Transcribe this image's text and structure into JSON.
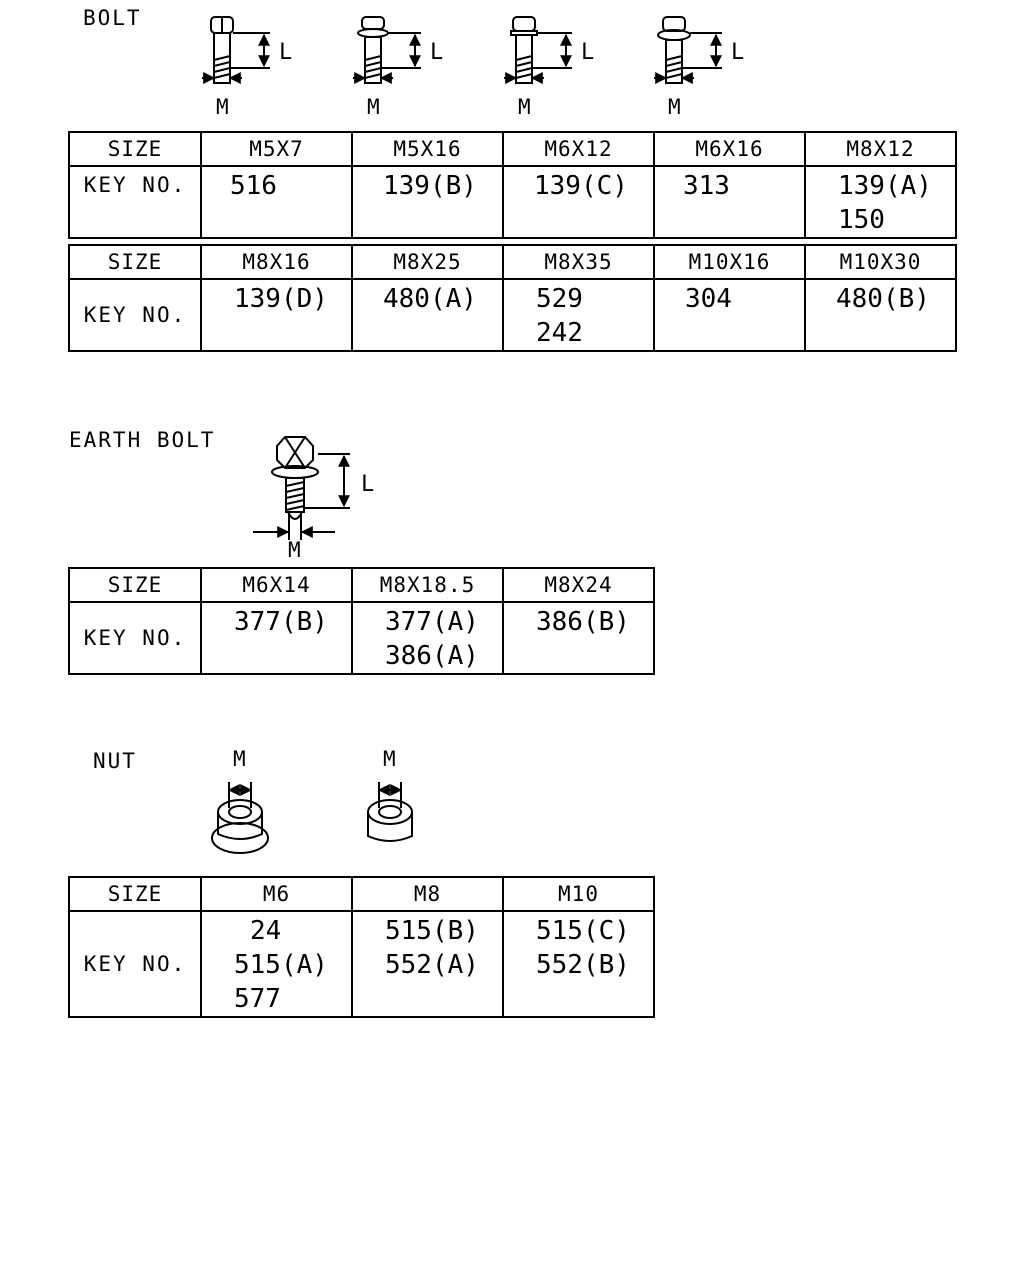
{
  "sections": {
    "bolt": {
      "title": "BOLT",
      "dim_length": "L",
      "dim_diameter": "M",
      "tables": [
        {
          "size_header": "SIZE",
          "key_header": "KEY NO.",
          "columns": [
            {
              "size": "M5X7",
              "keys": [
                "516"
              ]
            },
            {
              "size": "M5X16",
              "keys": [
                "139(B)"
              ]
            },
            {
              "size": "M6X12",
              "keys": [
                "139(C)"
              ]
            },
            {
              "size": "M6X16",
              "keys": [
                "313"
              ]
            },
            {
              "size": "M8X12",
              "keys": [
                "139(A)",
                "150"
              ]
            }
          ]
        },
        {
          "size_header": "SIZE",
          "key_header": "KEY NO.",
          "columns": [
            {
              "size": "M8X16",
              "keys": [
                "139(D)"
              ]
            },
            {
              "size": "M8X25",
              "keys": [
                "480(A)"
              ]
            },
            {
              "size": "M8X35",
              "keys": [
                "529",
                "242"
              ]
            },
            {
              "size": "M10X16",
              "keys": [
                "304"
              ]
            },
            {
              "size": "M10X30",
              "keys": [
                "480(B)"
              ]
            }
          ]
        }
      ]
    },
    "earth_bolt": {
      "title": "EARTH BOLT",
      "dim_length": "L",
      "dim_diameter": "M",
      "table": {
        "size_header": "SIZE",
        "key_header": "KEY NO.",
        "columns": [
          {
            "size": "M6X14",
            "keys": [
              "377(B)"
            ]
          },
          {
            "size": "M8X18.5",
            "keys": [
              "377(A)",
              "386(A)"
            ]
          },
          {
            "size": "M8X24",
            "keys": [
              "386(B)"
            ]
          }
        ]
      }
    },
    "nut": {
      "title": "NUT",
      "dim_diameter": "M",
      "table": {
        "size_header": "SIZE",
        "key_header": "KEY NO.",
        "columns": [
          {
            "size": "M6",
            "keys": [
              "24",
              "515(A)",
              "577"
            ]
          },
          {
            "size": "M8",
            "keys": [
              "515(B)",
              "552(A)"
            ]
          },
          {
            "size": "M10",
            "keys": [
              "515(C)",
              "552(B)"
            ]
          }
        ]
      }
    }
  }
}
